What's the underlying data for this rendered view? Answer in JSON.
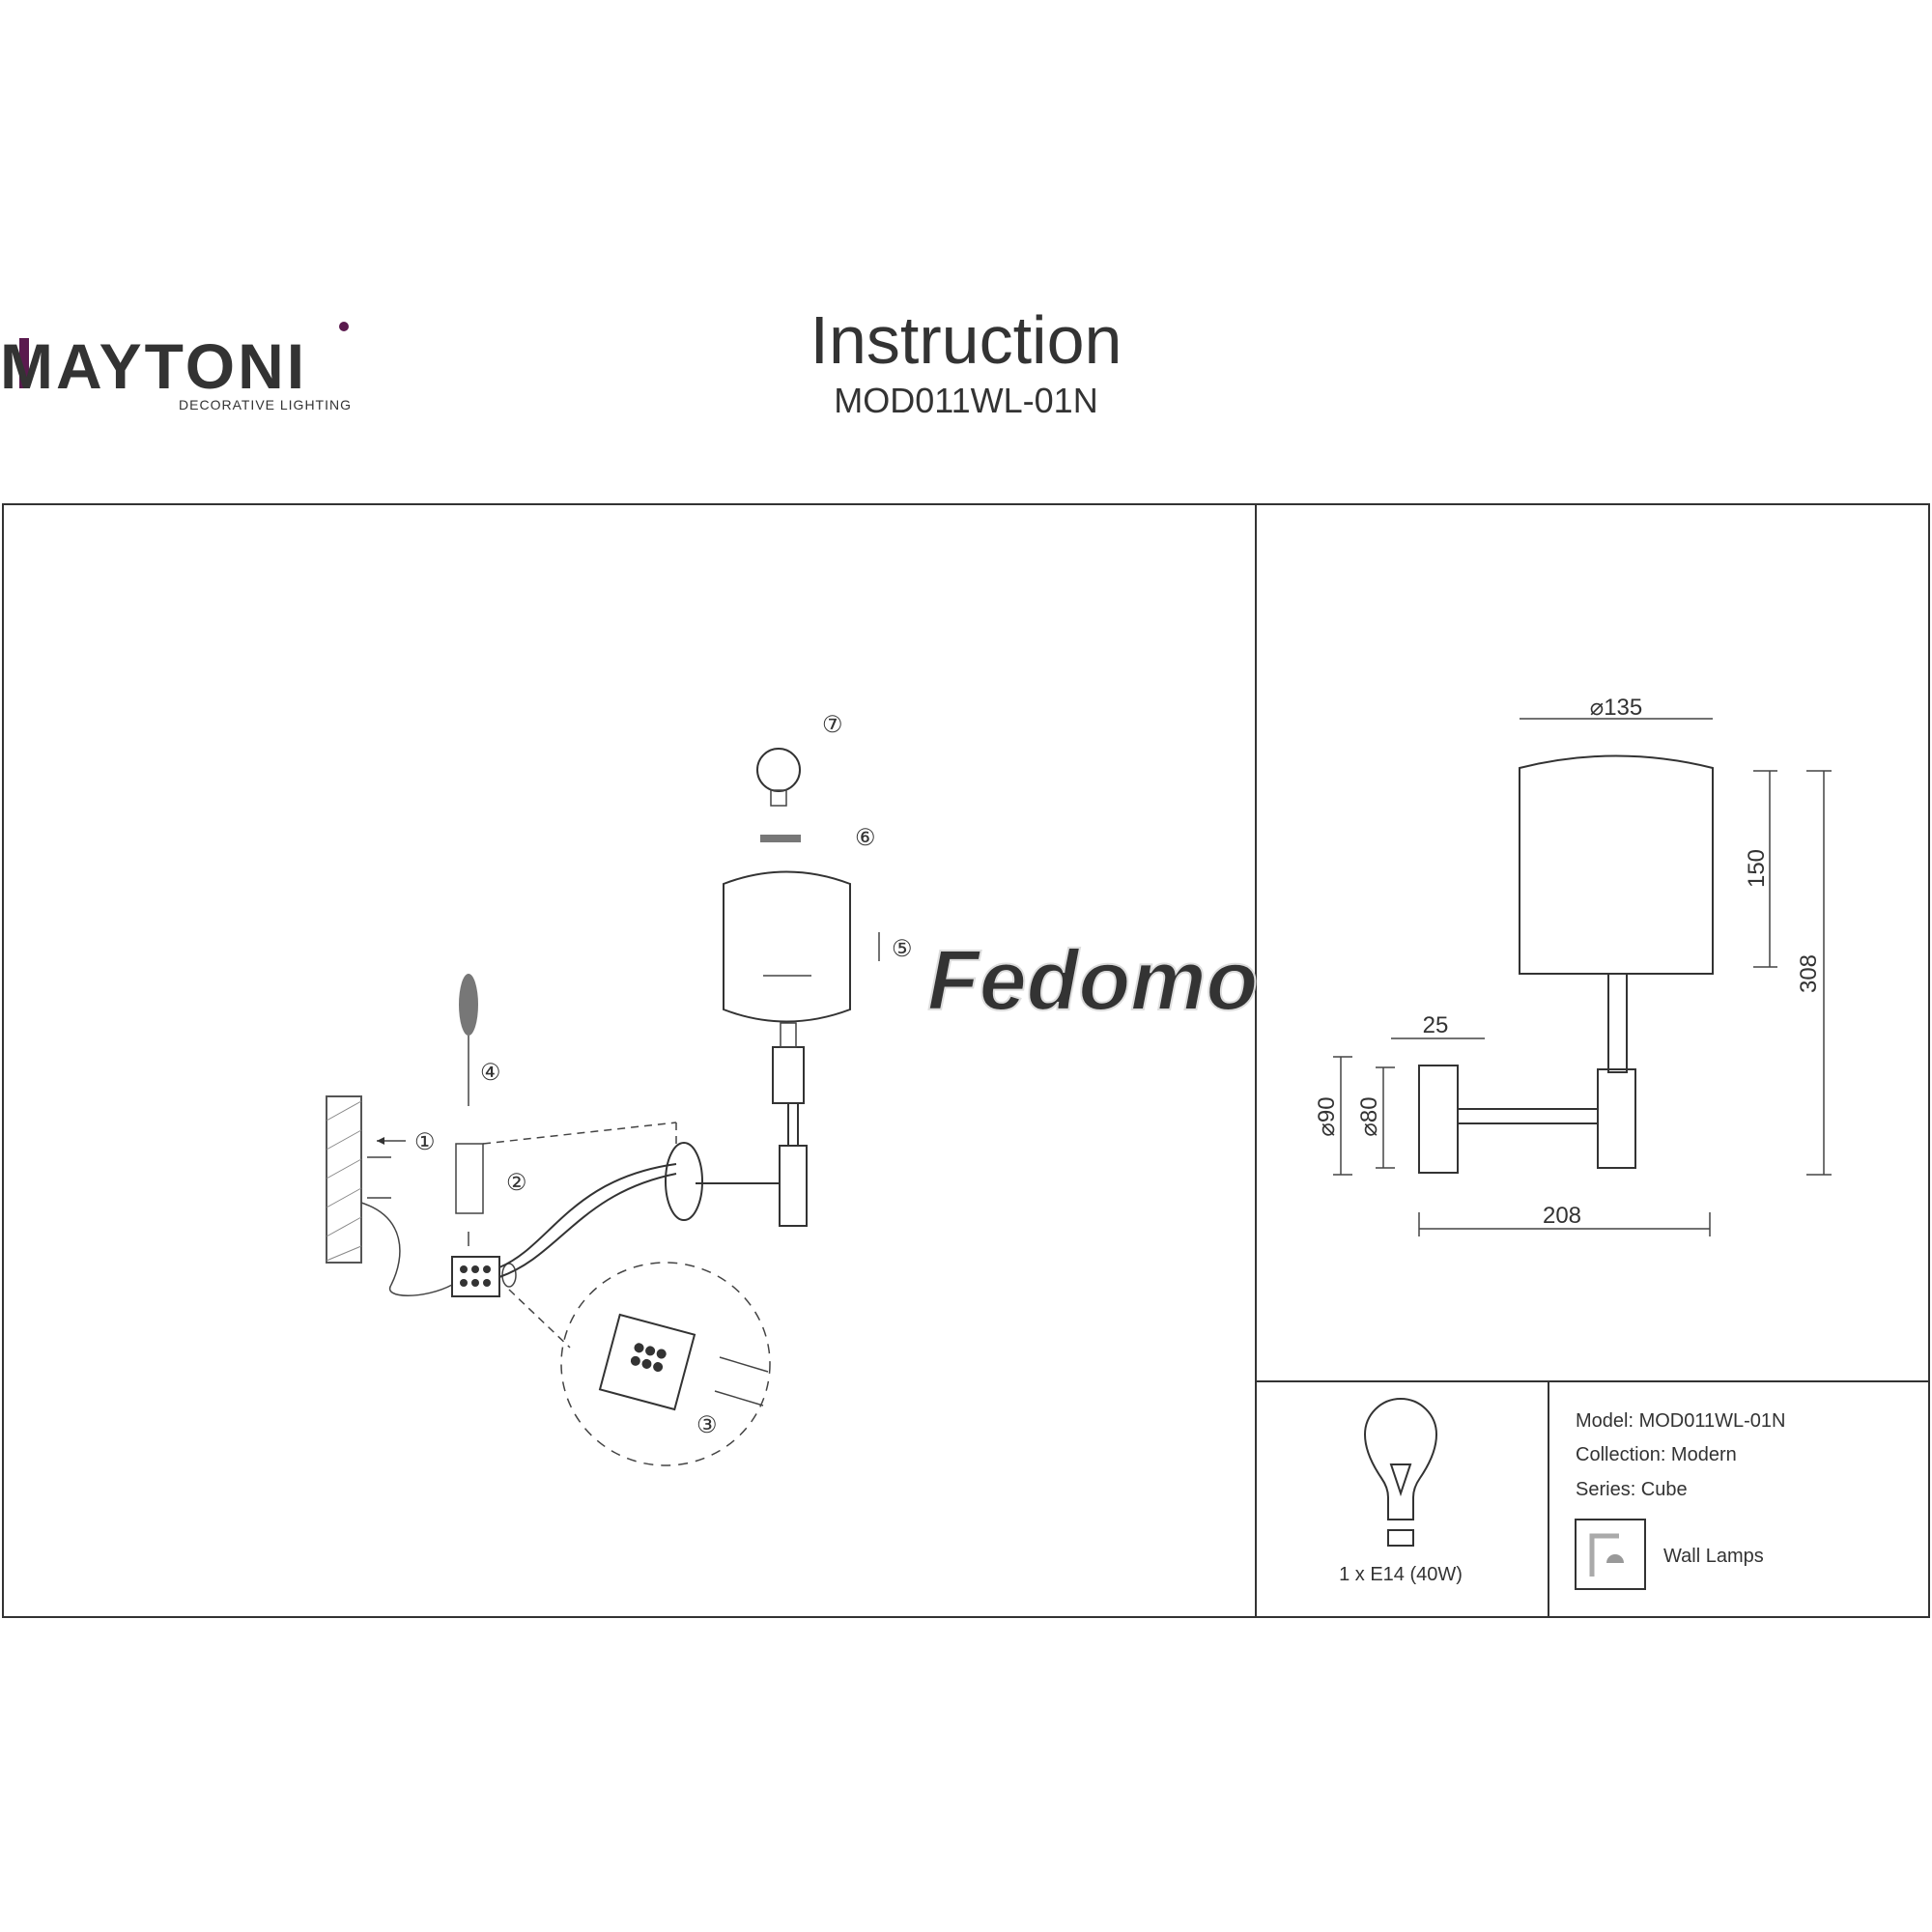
{
  "brand": {
    "name": "MAYTONI",
    "tagline": "DECORATIVE LIGHTING",
    "accent": "#5a1a4e"
  },
  "header": {
    "title": "Instruction",
    "model": "MOD011WL-01N"
  },
  "assembly": {
    "steps": [
      "①",
      "②",
      "③",
      "④",
      "⑤",
      "⑥",
      "⑦"
    ],
    "watermark": "Fedomo"
  },
  "dimensions": {
    "shade_diameter": "⌀135",
    "shade_height": "150",
    "total_height": "308",
    "base_depth": "25",
    "base_diameter_outer": "⌀90",
    "base_diameter_inner": "⌀80",
    "total_depth": "208"
  },
  "lamp": {
    "label": "1 x E14 (40W)"
  },
  "info": {
    "model": "Model: MOD011WL-01N",
    "collection": "Collection: Modern",
    "series": "Series: Cube",
    "type": "Wall Lamps"
  }
}
